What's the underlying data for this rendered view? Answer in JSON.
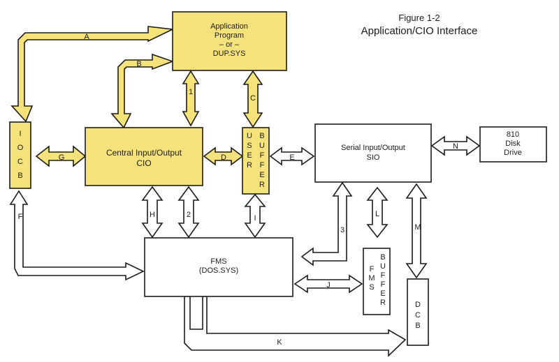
{
  "figure": {
    "number": "Figure 1-2",
    "title": "Application/CIO Interface"
  },
  "colors": {
    "highlight": "#f5e27a",
    "stroke": "#1c1c1c",
    "plain": "#ffffff"
  },
  "boxes": {
    "application": {
      "lines": [
        "Application",
        "Program",
        "– or –",
        "DUP.SYS"
      ]
    },
    "cio": {
      "lines": [
        "Central Input/Output",
        "CIO"
      ]
    },
    "iocb": {
      "letters": [
        "I",
        "O",
        "C",
        "B"
      ]
    },
    "user_buffer": {
      "letters_col1": [
        "U",
        "S",
        "E",
        "R"
      ],
      "letters_col2": [
        "B",
        "U",
        "F",
        "F",
        "E",
        "R"
      ]
    },
    "sio": {
      "lines": [
        "Serial Input/Output",
        "SIO"
      ]
    },
    "disk": {
      "lines": [
        "810",
        "Disk",
        "Drive"
      ]
    },
    "fms": {
      "lines": [
        "FMS",
        "(DOS.SYS)"
      ]
    },
    "fms_buffer": {
      "letters_col1": [
        "F",
        "M",
        "S"
      ],
      "letters_col2": [
        "B",
        "U",
        "F",
        "F",
        "E",
        "R"
      ]
    },
    "dcb": {
      "letters": [
        "D",
        "C",
        "B"
      ]
    }
  },
  "arrow_labels": {
    "A": "A",
    "B": "B",
    "C": "C",
    "D": "D",
    "E": "E",
    "F": "F",
    "G": "G",
    "H": "H",
    "I": "I",
    "J": "J",
    "K": "K",
    "L": "L",
    "M": "M",
    "N": "N",
    "n1": "1",
    "n2": "2",
    "n3": "3"
  }
}
